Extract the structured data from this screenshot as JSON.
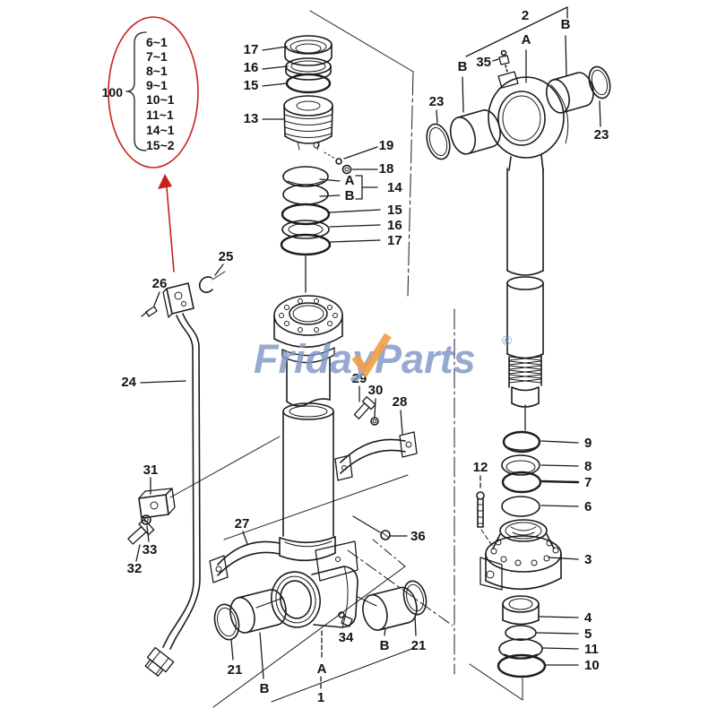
{
  "background": "#ffffff",
  "annotation": {
    "group_label": "100",
    "items": [
      "6~1",
      "7~1",
      "8~1",
      "9~1",
      "10~1",
      "11~1",
      "14~1",
      "15~2"
    ],
    "color": "#c9201d"
  },
  "watermark": {
    "text": "FridayParts",
    "reg": "®",
    "text_color": "#7e97c7",
    "check_color": "#f0a04a"
  },
  "callouts": {
    "c17_top": "17",
    "c16_top": "16",
    "c15_top": "15",
    "c13": "13",
    "c19": "19",
    "c18": "18",
    "cA_piston": "A",
    "cB_piston": "B",
    "c14": "14",
    "c15_mid": "15",
    "c16_mid": "16",
    "c17_mid": "17",
    "c25": "25",
    "c26": "26",
    "c24": "24",
    "c31": "31",
    "c33": "33",
    "c32": "32",
    "c27": "27",
    "c29": "29",
    "c30": "30",
    "c28": "28",
    "c36": "36",
    "c34": "34",
    "c21_left": "21",
    "cB_left": "B",
    "cA_tube": "A",
    "c1": "1",
    "cB_right": "B",
    "c21_right": "21",
    "c2": "2",
    "cA_rod": "A",
    "cB_rod_left": "B",
    "cB_rod_right": "B",
    "c35": "35",
    "c23_left": "23",
    "c23_right": "23",
    "c9": "9",
    "c8": "8",
    "c7": "7",
    "c6": "6",
    "c12": "12",
    "c3": "3",
    "c4": "4",
    "c5": "5",
    "c11": "11",
    "c10": "10"
  }
}
